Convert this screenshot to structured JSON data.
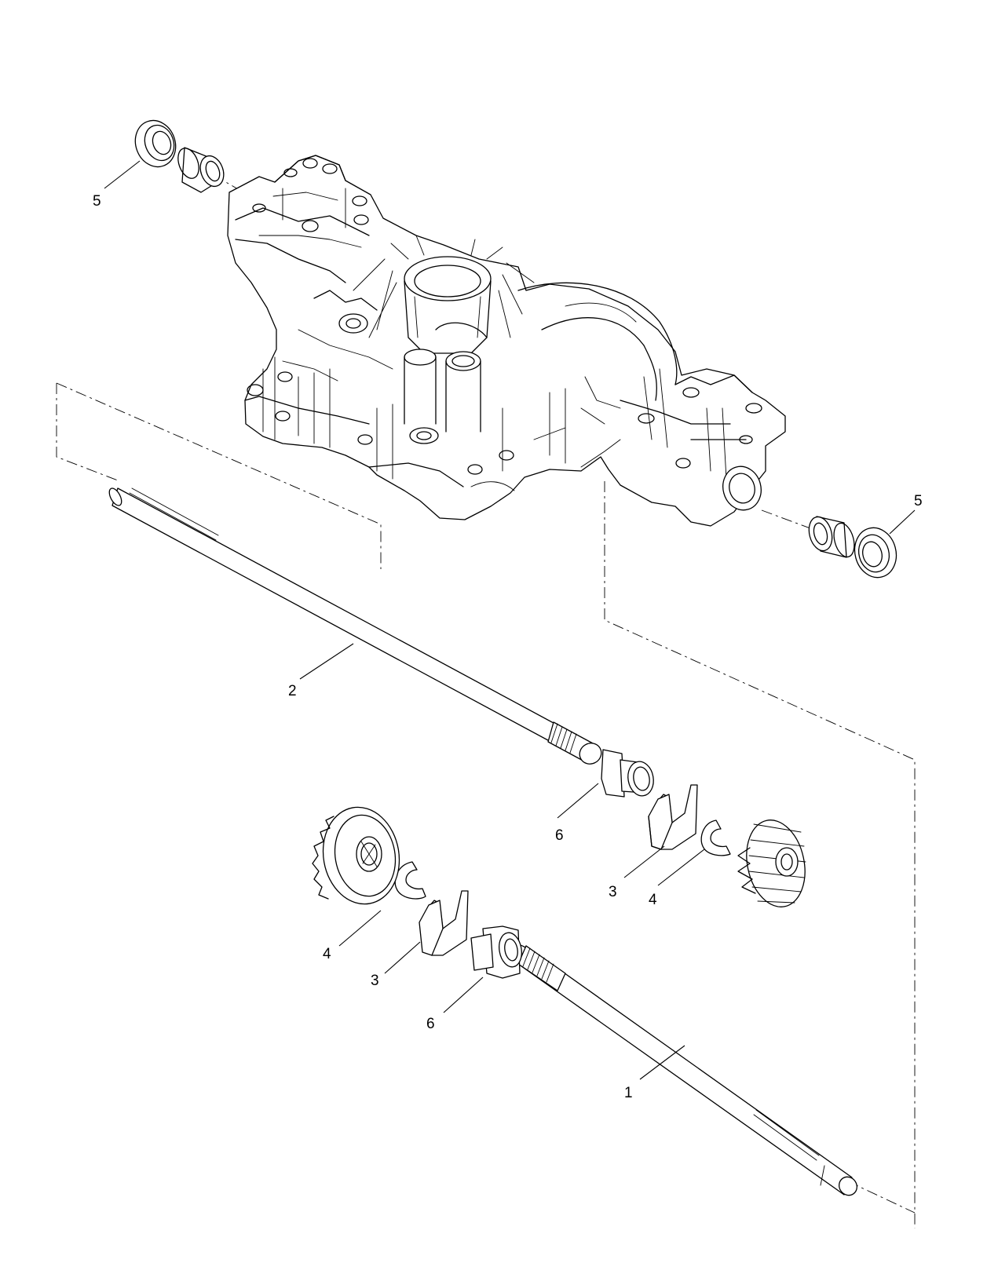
{
  "callouts": {
    "c1": "1",
    "c2": "2",
    "c3a": "3",
    "c3b": "3",
    "c4a": "4",
    "c4b": "4",
    "c5a": "5",
    "c5b": "5",
    "c6a": "6",
    "c6b": "6"
  },
  "colors": {
    "line": "#000000",
    "background": "#ffffff"
  }
}
